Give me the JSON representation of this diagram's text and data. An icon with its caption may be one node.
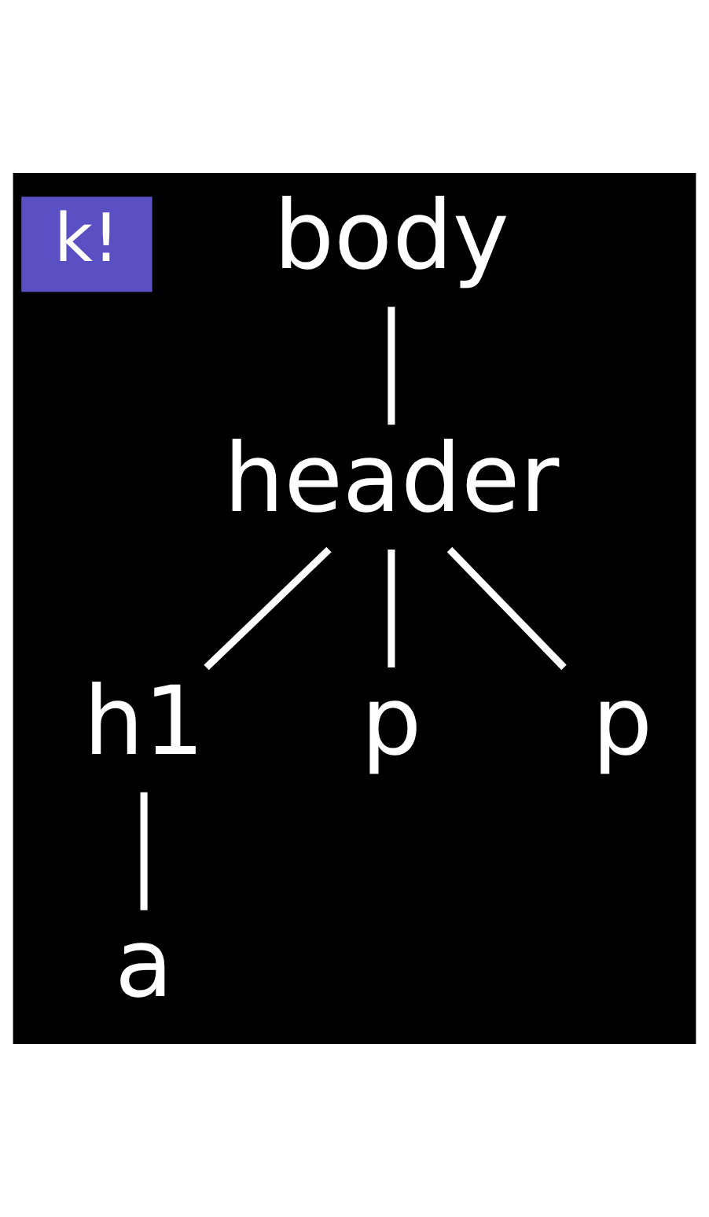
{
  "diagram": {
    "nodes": [
      {
        "text": [
          "body"
        ]
      },
      {
        "text": [
          "header"
        ]
      },
      {
        "text": [
          "h1"
        ]
      },
      {
        "text": [
          "p"
        ]
      },
      {
        "text": [
          "p"
        ]
      },
      {
        "text": [
          "a"
        ]
      }
    ],
    "edges": [
      {
        "from": 0,
        "to": 1,
        "arrow": "none"
      },
      {
        "from": 1,
        "to": 2,
        "arrow": "none"
      },
      {
        "from": 1,
        "to": 3,
        "arrow": "none"
      },
      {
        "from": 1,
        "to": 4,
        "arrow": "none"
      },
      {
        "from": 2,
        "to": 5,
        "arrow": "none"
      }
    ],
    "labels": [
      "k!"
    ]
  }
}
